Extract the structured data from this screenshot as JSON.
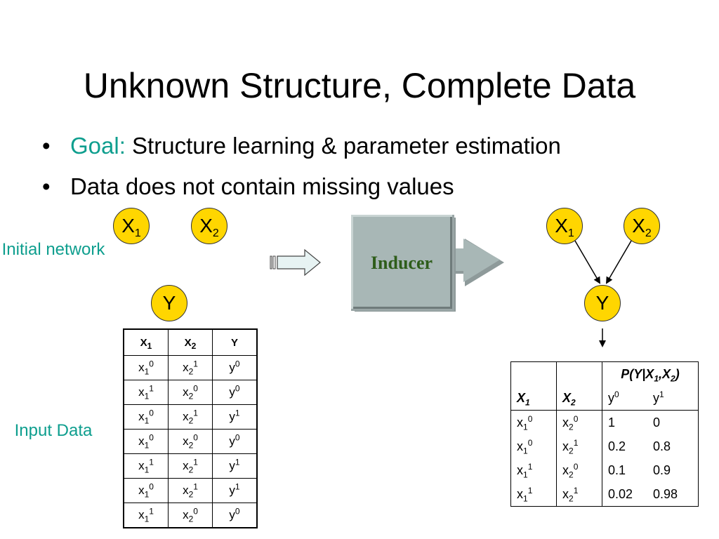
{
  "slide": {
    "title": "Unknown Structure, Complete Data",
    "bullet_marker": "•",
    "bullets": [
      {
        "highlight": "Goal:",
        "text": " Structure learning & parameter estimation"
      },
      {
        "highlight": "",
        "text": "Data does not contain missing values"
      }
    ]
  },
  "labels": {
    "initial_network": "Initial network",
    "input_data": "Input Data",
    "inducer": "Inducer"
  },
  "nodes": {
    "x": "X",
    "y": "Y",
    "sub1": "1",
    "sub2": "2"
  },
  "input_table": {
    "headers": [
      {
        "base": "X",
        "sub": "1"
      },
      {
        "base": "X",
        "sub": "2"
      },
      {
        "base": "Y",
        "sub": ""
      }
    ],
    "rows": [
      [
        {
          "b": "x",
          "s": "1",
          "p": "0"
        },
        {
          "b": "x",
          "s": "2",
          "p": "1"
        },
        {
          "b": "y",
          "s": "",
          "p": "0"
        }
      ],
      [
        {
          "b": "x",
          "s": "1",
          "p": "1"
        },
        {
          "b": "x",
          "s": "2",
          "p": "0"
        },
        {
          "b": "y",
          "s": "",
          "p": "0"
        }
      ],
      [
        {
          "b": "x",
          "s": "1",
          "p": "0"
        },
        {
          "b": "x",
          "s": "2",
          "p": "1"
        },
        {
          "b": "y",
          "s": "",
          "p": "1"
        }
      ],
      [
        {
          "b": "x",
          "s": "1",
          "p": "0"
        },
        {
          "b": "x",
          "s": "2",
          "p": "0"
        },
        {
          "b": "y",
          "s": "",
          "p": "0"
        }
      ],
      [
        {
          "b": "x",
          "s": "1",
          "p": "1"
        },
        {
          "b": "x",
          "s": "2",
          "p": "1"
        },
        {
          "b": "y",
          "s": "",
          "p": "1"
        }
      ],
      [
        {
          "b": "x",
          "s": "1",
          "p": "0"
        },
        {
          "b": "x",
          "s": "2",
          "p": "1"
        },
        {
          "b": "y",
          "s": "",
          "p": "1"
        }
      ],
      [
        {
          "b": "x",
          "s": "1",
          "p": "1"
        },
        {
          "b": "x",
          "s": "2",
          "p": "0"
        },
        {
          "b": "y",
          "s": "",
          "p": "0"
        }
      ]
    ]
  },
  "cpt": {
    "header_prob": {
      "pre": "P(Y|X",
      "s1": "1",
      "mid": ",X",
      "s2": "2",
      "post": ")"
    },
    "col_x1": {
      "b": "X",
      "s": "1"
    },
    "col_x2": {
      "b": "X",
      "s": "2"
    },
    "col_y0": {
      "b": "y",
      "p": "0"
    },
    "col_y1": {
      "b": "y",
      "p": "1"
    },
    "rows": [
      {
        "x1": "0",
        "x2": "0",
        "p0": "1",
        "p1": "0"
      },
      {
        "x1": "0",
        "x2": "1",
        "p0": "0.2",
        "p1": "0.8"
      },
      {
        "x1": "1",
        "x2": "0",
        "p0": "0.1",
        "p1": "0.9"
      },
      {
        "x1": "1",
        "x2": "1",
        "p0": "0.02",
        "p1": "0.98"
      }
    ]
  },
  "colors": {
    "accent": "#0E9E8E",
    "node_fill": "#FFD600",
    "inducer_box": "#A8B7B6",
    "inducer_text": "#2e5d1a"
  }
}
